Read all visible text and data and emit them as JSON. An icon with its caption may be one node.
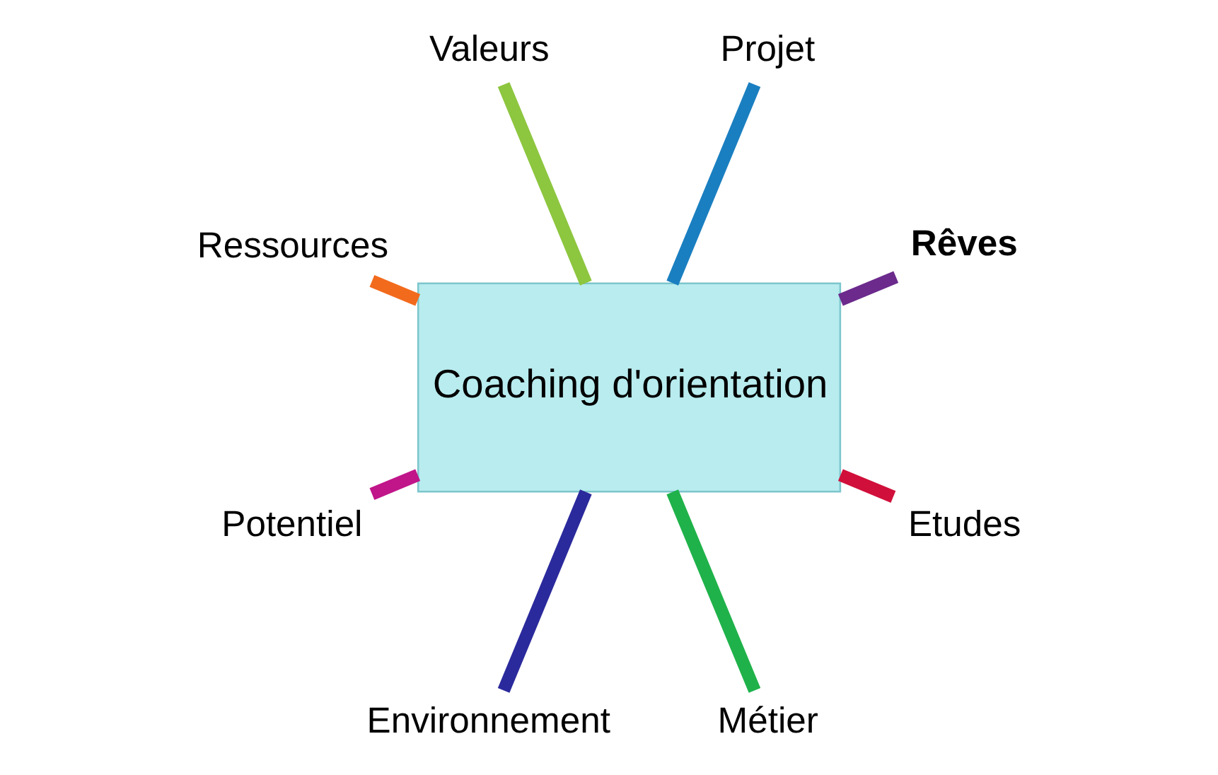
{
  "diagram": {
    "nodes": [
      {
        "text": [
          "Coaching d'orientation"
        ]
      },
      {
        "text": [
          "Rêves"
        ]
      },
      {
        "text": [
          "Projet"
        ]
      },
      {
        "text": [
          "Valeurs"
        ]
      },
      {
        "text": [
          "Ressources"
        ]
      },
      {
        "text": [
          "Potentiel"
        ]
      },
      {
        "text": [
          "Environnement"
        ]
      },
      {
        "text": [
          "Métier"
        ]
      },
      {
        "text": [
          "Etudes"
        ]
      }
    ],
    "edges": [
      {
        "from": 0,
        "to": 1,
        "arrow": "none",
        "color": "#6b2a8c"
      },
      {
        "from": 0,
        "to": 2,
        "arrow": "none",
        "color": "#1a7fc0"
      },
      {
        "from": 0,
        "to": 3,
        "arrow": "none",
        "color": "#8dc63f"
      },
      {
        "from": 0,
        "to": 4,
        "arrow": "none",
        "color": "#f26b1d"
      },
      {
        "from": 0,
        "to": 5,
        "arrow": "none",
        "color": "#c0168a"
      },
      {
        "from": 0,
        "to": 6,
        "arrow": "none",
        "color": "#2b2a9c"
      },
      {
        "from": 0,
        "to": 7,
        "arrow": "none",
        "color": "#1fb24a"
      },
      {
        "from": 0,
        "to": 8,
        "arrow": "none",
        "color": "#d0103a"
      }
    ]
  }
}
